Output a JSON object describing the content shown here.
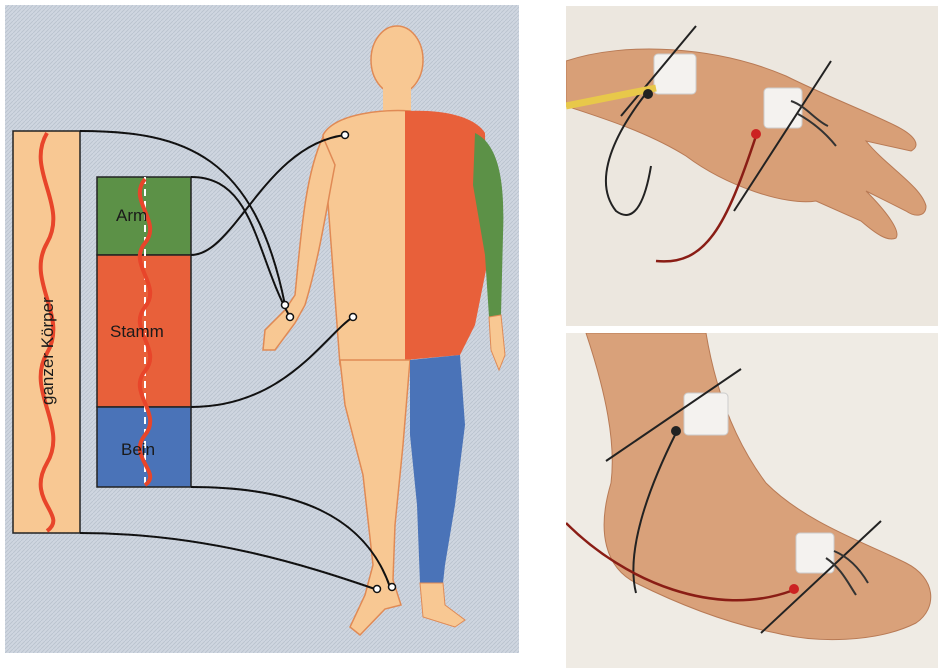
{
  "diagram": {
    "segments": [
      {
        "id": "arm",
        "label": "Arm",
        "color": "#5c9147"
      },
      {
        "id": "stamm",
        "label": "Stamm",
        "color": "#e8603a"
      },
      {
        "id": "bein",
        "label": "Bein",
        "color": "#4a73b8"
      }
    ],
    "whole_body_label": "ganzer Körper",
    "colors": {
      "background": "#cfd6e0",
      "skin": "#f8c893",
      "wave": "#e8452a",
      "arm": "#5c9147",
      "trunk": "#e8603a",
      "leg": "#4a73b8",
      "wire": "#111111"
    }
  },
  "photos": {
    "hand": {
      "subject": "hand-with-electrodes"
    },
    "foot": {
      "subject": "foot-with-electrodes"
    }
  }
}
